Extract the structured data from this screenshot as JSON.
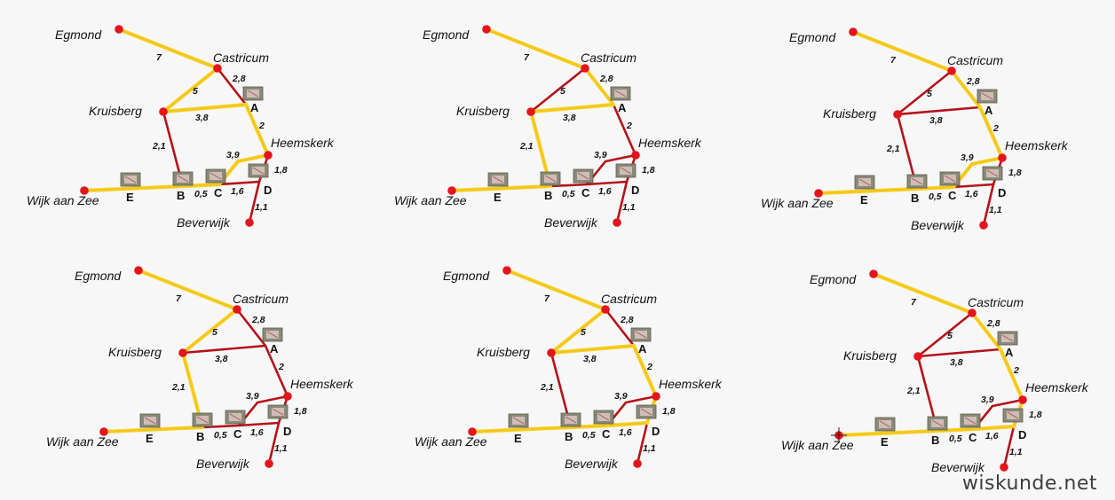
{
  "places": {
    "egmond": "Egmond",
    "castricum": "Castricum",
    "kruisberg": "Kruisberg",
    "heemskerk": "Heemskerk",
    "wijk": "Wijk aan Zee",
    "beverwijk": "Beverwijk"
  },
  "junctions": [
    "A",
    "B",
    "C",
    "D",
    "E"
  ],
  "edges": [
    {
      "id": "egmond-castricum",
      "from": "egmond",
      "to": "castricum",
      "length": "7"
    },
    {
      "id": "castricum-kruisberg",
      "from": "castricum",
      "to": "kruisberg",
      "length": "5"
    },
    {
      "id": "castricum-a",
      "from": "castricum",
      "to": "A",
      "length": "2,8"
    },
    {
      "id": "kruisberg-a",
      "from": "kruisberg",
      "to": "A",
      "length": "3,8"
    },
    {
      "id": "a-heemskerk",
      "from": "A",
      "to": "heemskerk",
      "length": "2"
    },
    {
      "id": "kruisberg-b",
      "from": "kruisberg",
      "to": "B",
      "length": "2,1"
    },
    {
      "id": "heemskerk-c",
      "from": "heemskerk",
      "to": "C",
      "length": "3,9"
    },
    {
      "id": "heemskerk-d",
      "from": "heemskerk",
      "to": "D",
      "length": "1,8"
    },
    {
      "id": "b-c",
      "from": "B",
      "to": "C",
      "length": "0,5"
    },
    {
      "id": "c-d",
      "from": "C",
      "to": "D",
      "length": "1,6"
    },
    {
      "id": "d-beverwijk",
      "from": "D",
      "to": "beverwijk",
      "length": "1,1"
    },
    {
      "id": "wijk-b",
      "from": "wijk",
      "to": "B",
      "length": ""
    }
  ],
  "colors": {
    "road": "#b5121b",
    "route": "#f7d21e",
    "node": "#e3141c",
    "marker": "#8a8a78"
  },
  "panels": [
    {
      "name": "panel-1",
      "route": [
        "egmond-castricum",
        "castricum-kruisberg",
        "kruisberg-a",
        "a-heemskerk",
        "heemskerk-c",
        "b-c",
        "wijk-b"
      ]
    },
    {
      "name": "panel-2",
      "route": [
        "egmond-castricum",
        "castricum-a",
        "kruisberg-a",
        "kruisberg-b",
        "wijk-b"
      ]
    },
    {
      "name": "panel-3",
      "route": [
        "egmond-castricum",
        "castricum-a",
        "a-heemskerk",
        "heemskerk-c",
        "b-c",
        "wijk-b"
      ]
    },
    {
      "name": "panel-4",
      "route": [
        "egmond-castricum",
        "castricum-kruisberg",
        "kruisberg-b",
        "wijk-b"
      ]
    },
    {
      "name": "panel-5",
      "route": [
        "egmond-castricum",
        "castricum-kruisberg",
        "kruisberg-a",
        "a-heemskerk",
        "heemskerk-d",
        "c-d",
        "b-c",
        "wijk-b"
      ]
    },
    {
      "name": "panel-6",
      "route": [
        "egmond-castricum",
        "castricum-a",
        "a-heemskerk",
        "heemskerk-d",
        "c-d",
        "b-c",
        "wijk-b"
      ]
    }
  ],
  "watermark": "wiskunde.net"
}
